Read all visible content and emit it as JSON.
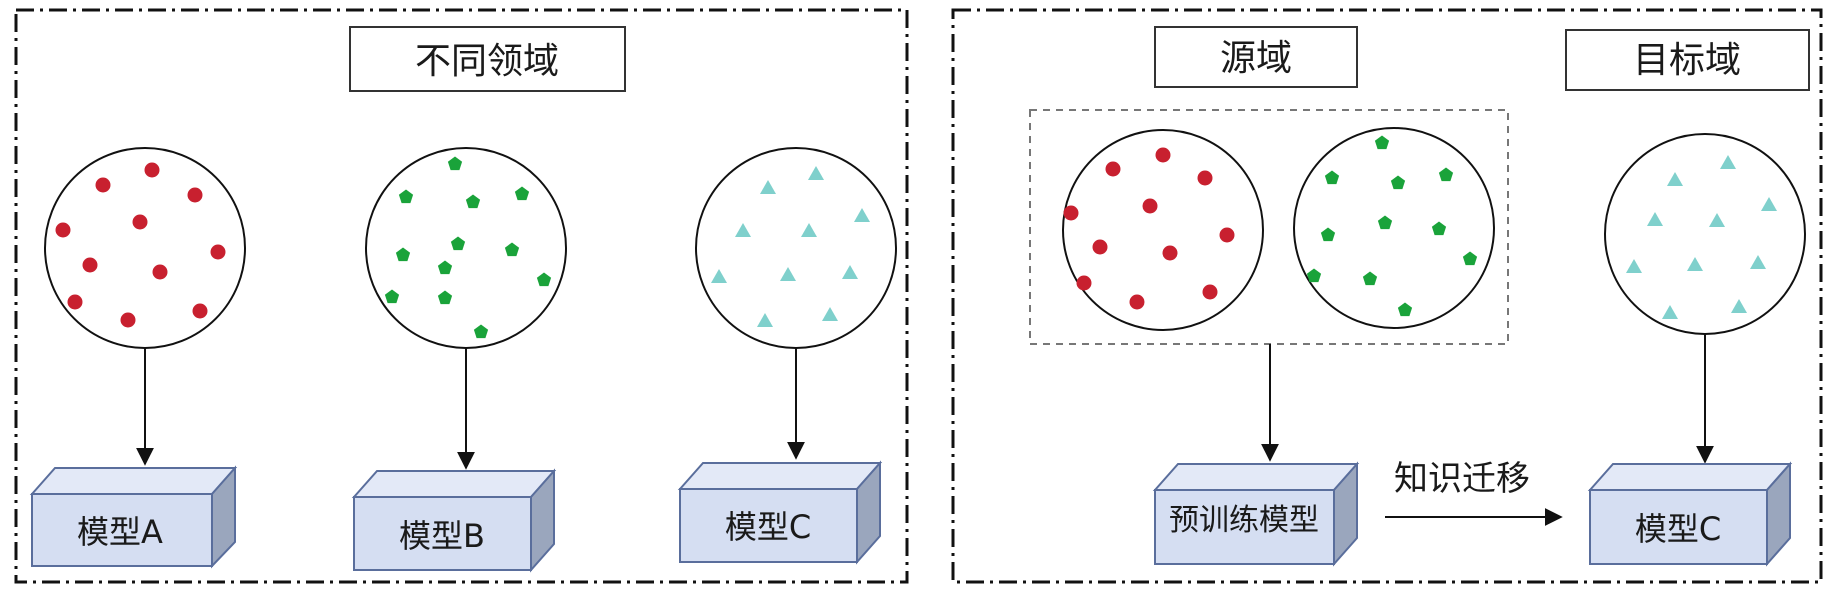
{
  "left_panel": {
    "title": "不同领域",
    "models": [
      {
        "label": "模型A",
        "dataset": "red-dots"
      },
      {
        "label": "模型B",
        "dataset": "green-pentagons"
      },
      {
        "label": "模型C",
        "dataset": "teal-triangles"
      }
    ]
  },
  "right_panel": {
    "source_title": "源域",
    "target_title": "目标域",
    "pretrained_label": "预训练模型",
    "transfer_label": "知识迁移",
    "target_model_label": "模型C"
  },
  "colors": {
    "red_dot": "#c8202f",
    "green_pentagon": "#1aa33a",
    "teal_triangle": "#7fd0cc",
    "box_front": "#d5def2",
    "box_top": "#e3e9f7",
    "box_side": "#9aa6bd",
    "box_stroke": "#5a6e9c"
  }
}
